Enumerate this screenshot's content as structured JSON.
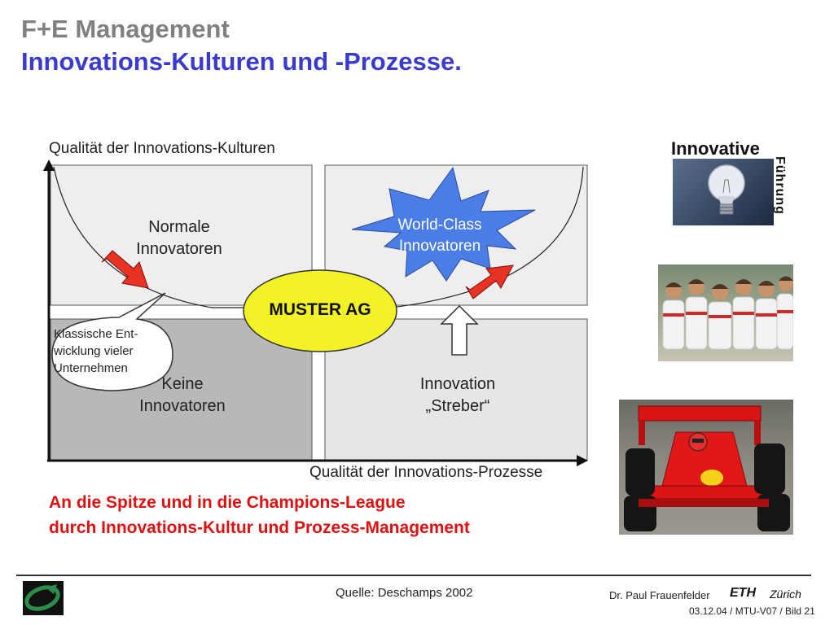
{
  "header": {
    "title": "F+E Management",
    "subtitle": "Innovations-Kulturen und -Prozesse."
  },
  "diagram": {
    "y_axis_label": "Qualität der Innovations-Kulturen",
    "x_axis_label": "Qualität der Innovations-Prozesse",
    "quadrants": {
      "top_left": [
        "Normale",
        "Innovatoren"
      ],
      "top_right": [
        "World-Class",
        "Innovatoren"
      ],
      "bottom_left": [
        "Keine",
        "Innovatoren"
      ],
      "bottom_right": [
        "Innovation",
        "„Streber“"
      ]
    },
    "center_label": "MUSTER AG",
    "bubble": [
      "Klassische Ent-",
      "wicklung vieler",
      "Unternehmen"
    ],
    "colors": {
      "top_quadrant": "#eeeeee",
      "bottom_left_quadrant": "#b8b8b8",
      "bottom_right_quadrant": "#e6e6e6",
      "star": "#4a7ee6",
      "center_ellipse": "#f2f226",
      "arrow": "#e83222"
    }
  },
  "slogan": [
    "An die Spitze und in die Champions-League",
    "durch Innovations-Kultur und Prozess-Management"
  ],
  "sidebar": {
    "label": "Innovative",
    "vertical_label": "Führung",
    "images": [
      "light-bulb-photo",
      "football-team-photo",
      "formula-one-car-photo"
    ]
  },
  "footer": {
    "source": "Quelle: Deschamps 2002",
    "author": "Dr. Paul Frauenfelder",
    "institution_short": "ETH",
    "institution_city": "Zürich",
    "slide_ref": "03.12.04 / MTU-V07 / Bild 21"
  }
}
